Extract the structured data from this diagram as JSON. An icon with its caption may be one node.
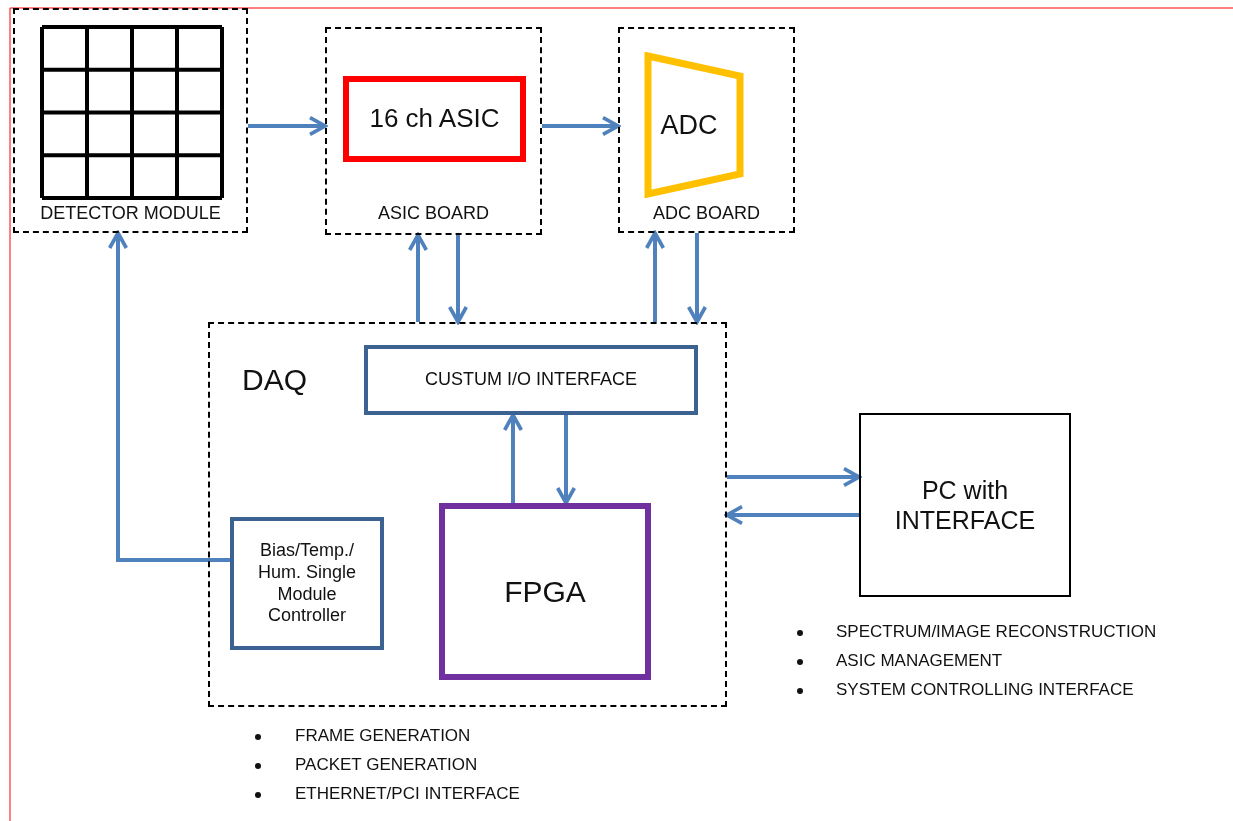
{
  "diagram": {
    "nodes": [
      {
        "text": [
          "DETECTOR MODULE"
        ]
      },
      {
        "text": [
          "ASIC BOARD"
        ]
      },
      {
        "text": [
          "16 ch ASIC"
        ],
        "in": 1
      },
      {
        "text": [
          "ADC BOARD"
        ]
      },
      {
        "text": [
          "ADC"
        ],
        "in": 3
      },
      {
        "text": [
          "DAQ"
        ]
      },
      {
        "text": [
          "CUSTUM I/O INTERFACE"
        ],
        "in": 5
      },
      {
        "text": [
          "FPGA"
        ],
        "in": 5
      },
      {
        "text": [
          "Bias/Temp./ Hum. Single Module Controller"
        ],
        "in": 5
      },
      {
        "text": [
          "PC with INTERFACE"
        ]
      }
    ],
    "edges": [
      {
        "from": 0,
        "to": 1,
        "arrow": "to"
      },
      {
        "from": 1,
        "to": 3,
        "arrow": "to"
      },
      {
        "from": 5,
        "to": 1,
        "arrow": "to"
      },
      {
        "from": 1,
        "to": 5,
        "arrow": "to"
      },
      {
        "from": 5,
        "to": 3,
        "arrow": "to"
      },
      {
        "from": 3,
        "to": 5,
        "arrow": "to"
      },
      {
        "from": 7,
        "to": 6,
        "arrow": "to"
      },
      {
        "from": 6,
        "to": 7,
        "arrow": "to"
      },
      {
        "from": 5,
        "to": 9,
        "arrow": "to"
      },
      {
        "from": 9,
        "to": 5,
        "arrow": "to"
      },
      {
        "from": 8,
        "to": 0,
        "arrow": "to"
      }
    ],
    "labels": [
      "SPECTRUM/IMAGE RECONSTRUCTION",
      "ASIC MANAGEMENT",
      "SYSTEM CONTROLLING INTERFACE",
      "FRAME GENERATION",
      "PACKET GENERATION",
      "ETHERNET/PCI INTERFACE"
    ]
  }
}
